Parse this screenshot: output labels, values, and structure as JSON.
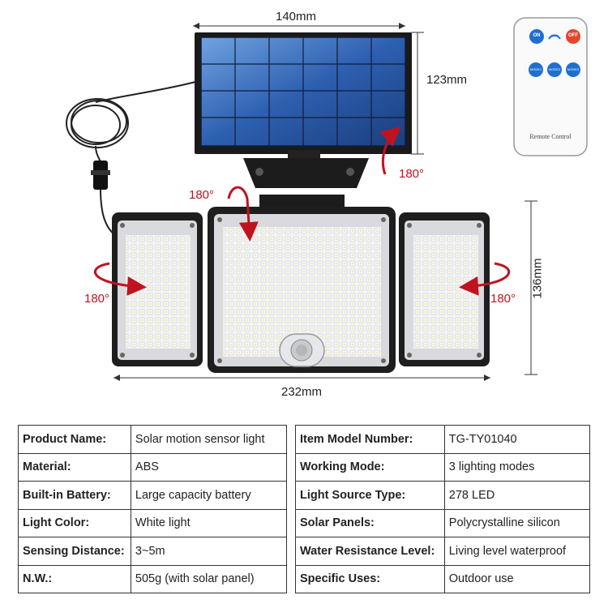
{
  "dimensions": {
    "panel_width": "140mm",
    "panel_height": "123mm",
    "light_width": "232mm",
    "light_height": "136mm"
  },
  "rotations": {
    "panel": "180°",
    "center_head": "180°",
    "left_head": "180°",
    "right_head": "180°"
  },
  "remote": {
    "on_label": "ON",
    "off_label": "OFF",
    "mode1_label": "MODE1",
    "mode2_label": "MODE2",
    "mode3_label": "MODE3",
    "caption": "Remote Control",
    "colors": {
      "on": "#1f6fd1",
      "off": "#e8442e",
      "mode": "#1f6fd1"
    }
  },
  "specs_left": [
    {
      "key": "Product Name:",
      "value": "Solar motion sensor light"
    },
    {
      "key": "Material:",
      "value": "ABS"
    },
    {
      "key": "Built-in Battery:",
      "value": "Large capacity battery"
    },
    {
      "key": "Light Color:",
      "value": "White light"
    },
    {
      "key": "Sensing Distance:",
      "value": "3~5m"
    },
    {
      "key": "N.W.:",
      "value": "505g (with solar panel)"
    }
  ],
  "specs_right": [
    {
      "key": "Item Model Number:",
      "value": "TG-TY01040"
    },
    {
      "key": "Working Mode:",
      "value": "3 lighting modes"
    },
    {
      "key": "Light Source Type:",
      "value": "278 LED"
    },
    {
      "key": "Solar Panels:",
      "value": "Polycrystalline silicon"
    },
    {
      "key": "Water Resistance Level:",
      "value": "Living level waterproof"
    },
    {
      "key": "Specific Uses:",
      "value": "Outdoor use"
    }
  ],
  "accent_color": "#c1121f"
}
